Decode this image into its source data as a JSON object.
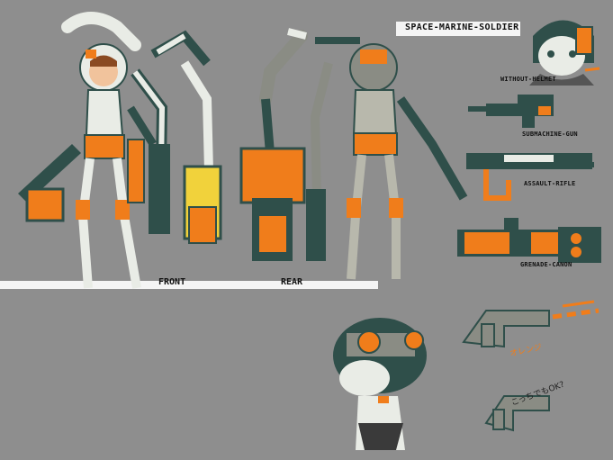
{
  "sheet": {
    "title": "SPACE-MARINE-SOLDIER",
    "views": {
      "front": "FRONT",
      "rear": "REAR"
    },
    "callouts": {
      "without_helmet": "WITHOUT-HELMET",
      "submachine_gun": "SUBMACHINE-GUN",
      "assault_rifle": "ASSAULT-RIFLE",
      "grenade_canon": "GRENADE-CANON"
    },
    "notes": {
      "orange_scribble": "オレンジ",
      "ok_note": "こっちでもOK?"
    }
  },
  "colors": {
    "background": "#8e8e8e",
    "orange": "#f07d1b",
    "teal_dark": "#2f4f4a",
    "armor_white": "#e9ece6",
    "yellow": "#f1d23b",
    "gray_armor": "#8a8c84",
    "label_bar": "#f4f4f4"
  },
  "icons": [
    "soldier-front-figure",
    "soldier-rear-figure",
    "soldier-head-portrait",
    "submachine-gun-drawing",
    "assault-rifle-drawing",
    "grenade-canon-drawing",
    "helmet-rear-drawing",
    "gun-sketch"
  ]
}
